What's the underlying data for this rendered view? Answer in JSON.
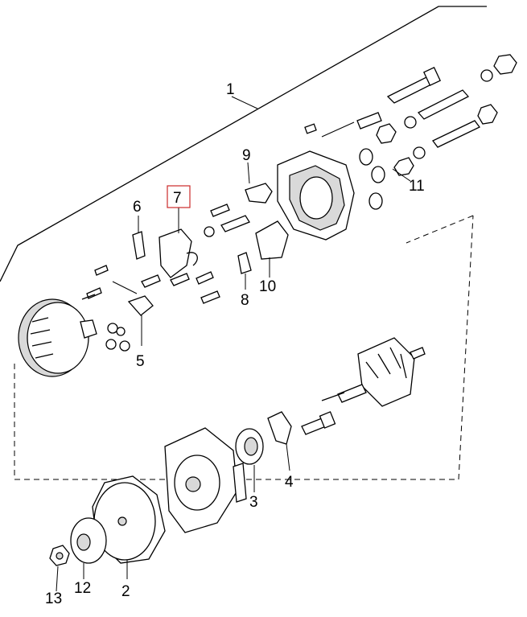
{
  "callouts": {
    "c1": "1",
    "c2": "2",
    "c3": "3",
    "c4": "4",
    "c5": "5",
    "c6": "6",
    "c7": "7",
    "c8": "8",
    "c9": "9",
    "c10": "10",
    "c11": "11",
    "c12": "12",
    "c13": "13"
  },
  "highlighted_callout": "7",
  "colors": {
    "line": "#000000",
    "highlight_box": "#cc2a2a",
    "background": "#ffffff"
  }
}
